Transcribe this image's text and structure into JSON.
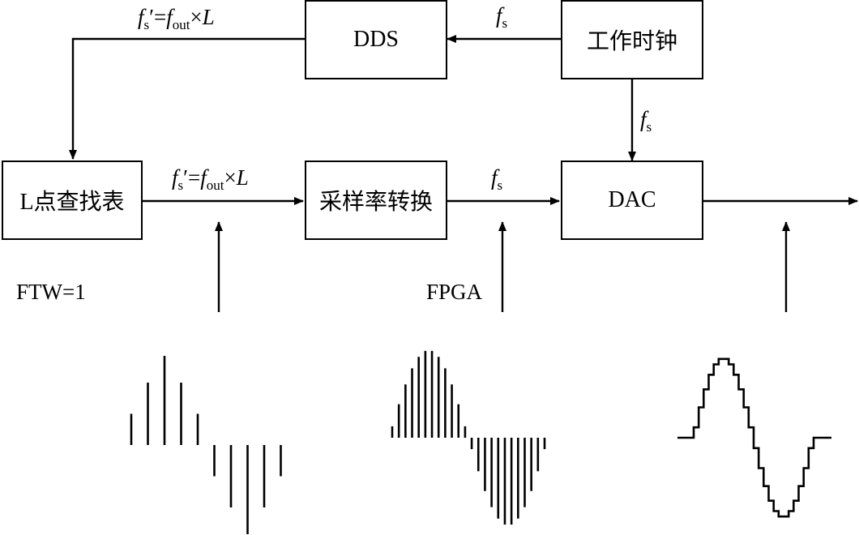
{
  "blocks": {
    "dds": "DDS",
    "clock": "工作时钟",
    "lut_prefix": "L",
    "lut_suffix": "点查找表",
    "src": "采样率转换",
    "dac": "DAC"
  },
  "formula": {
    "f": "f",
    "s": "s",
    "prime": "′",
    "eq": "=",
    "out": "out",
    "times": "×",
    "L": "L"
  },
  "side_labels": {
    "ftw": "FTW=1",
    "fpga": "FPGA"
  },
  "waveforms": {
    "lut_samples": [
      0.35,
      0.7,
      1.0,
      0.7,
      0.35,
      -0.35,
      -0.7,
      -1.0,
      -0.7,
      -0.35
    ],
    "src_samples_per_cycle": 24,
    "dac_step_samples_per_cycle": 24
  }
}
